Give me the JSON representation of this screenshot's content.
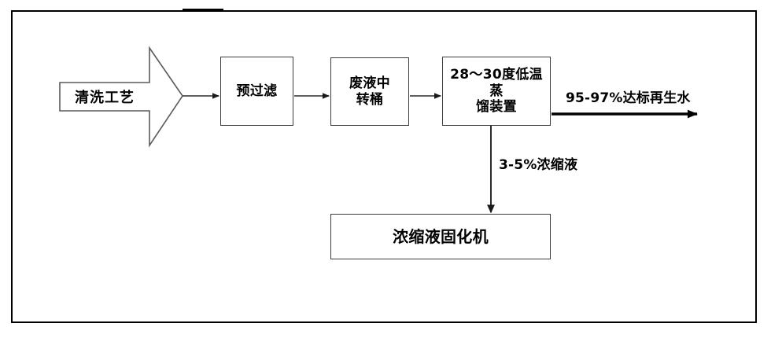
{
  "diagram": {
    "type": "process-flowchart",
    "title": "",
    "colors": {
      "stroke": "#000000",
      "node_border": "#3b3b3b",
      "background": "#ffffff"
    },
    "source": {
      "shape": "block-arrow",
      "label": "清洗工艺"
    },
    "nodes": [
      {
        "id": "prefilter",
        "label": "预过滤"
      },
      {
        "id": "tank",
        "label": "废液中\n转桶"
      },
      {
        "id": "tank_line1",
        "label": "废液中"
      },
      {
        "id": "tank_line2",
        "label": "转桶"
      },
      {
        "id": "distiller",
        "label": "28～30度低温蒸\n馏装置"
      },
      {
        "id": "dist_line1",
        "label": "28～30度低温蒸"
      },
      {
        "id": "dist_line2",
        "label": "馏装置"
      },
      {
        "id": "solidifier",
        "label": "浓缩液固化机"
      }
    ],
    "edges": [
      {
        "from": "source",
        "to": "prefilter",
        "label": ""
      },
      {
        "from": "prefilter",
        "to": "tank",
        "label": ""
      },
      {
        "from": "tank",
        "to": "distiller",
        "label": ""
      },
      {
        "from": "distiller",
        "to": "output",
        "label": "95-97%达标再生水"
      },
      {
        "from": "distiller",
        "to": "solidifier",
        "label": "3-5%浓缩液"
      }
    ],
    "labels": {
      "reclaimed_water": "95-97%达标再生水",
      "concentrate": "3-5%浓缩液"
    }
  }
}
